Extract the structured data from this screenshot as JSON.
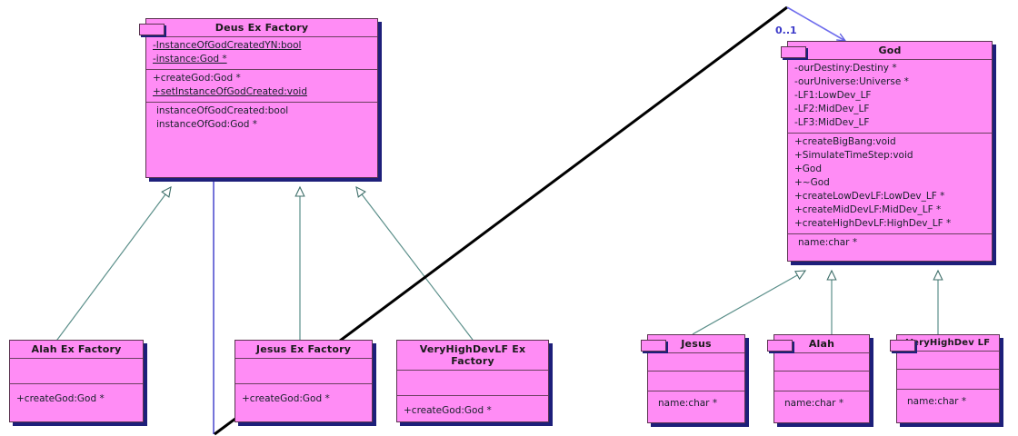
{
  "diagram": {
    "kind": "uml-class-diagram",
    "colors": {
      "class_fill": "#ff8cf5",
      "class_border": "#5a3350",
      "class_shadow": "#1d1f7a",
      "inheritance_line": "#5b8f8a",
      "association_line": "#3b39c9",
      "annotation_line": "#000000",
      "multiplicity_text": "#3b39c9"
    },
    "classes": [
      {
        "id": "deus-ex-factory",
        "name": "Deus Ex Factory",
        "attributes": [
          "-InstanceOfGodCreatedYN:bool",
          "-instance:God *"
        ],
        "operations": [
          "+createGod:God *",
          "+setInstanceOfGodCreated:void"
        ],
        "extras": [
          "instanceOfGodCreated:bool",
          "instanceOfGod:God *"
        ]
      },
      {
        "id": "god",
        "name": "God",
        "attributes": [
          "-ourDestiny:Destiny *",
          "-ourUniverse:Universe *",
          "-LF1:LowDev_LF",
          "-LF2:MidDev_LF",
          "-LF3:MidDev_LF"
        ],
        "operations": [
          "+createBigBang:void",
          "+SimulateTimeStep:void",
          "+God",
          "+~God",
          "+createLowDevLF:LowDev_LF *",
          "+createMidDevLF:MidDev_LF *",
          "+createHighDevLF:HighDev_LF *"
        ],
        "extras": [
          "name:char *"
        ]
      },
      {
        "id": "alah-ex-factory",
        "name": "Alah Ex Factory",
        "attributes": [],
        "operations": [
          "+createGod:God *"
        ],
        "extras": []
      },
      {
        "id": "jesus-ex-factory",
        "name": "Jesus Ex Factory",
        "attributes": [],
        "operations": [
          "+createGod:God *"
        ],
        "extras": []
      },
      {
        "id": "veryhighdevlf-ex-factory",
        "name": "VeryHighDevLF Ex Factory",
        "attributes": [],
        "operations": [
          "+createGod:God *"
        ],
        "extras": []
      },
      {
        "id": "jesus",
        "name": "Jesus",
        "attributes": [],
        "operations": [],
        "extras": [
          "name:char *"
        ]
      },
      {
        "id": "alah",
        "name": "Alah",
        "attributes": [],
        "operations": [],
        "extras": [
          "name:char *"
        ]
      },
      {
        "id": "veryhighdev-lf",
        "name": "VeryHighDev LF",
        "attributes": [],
        "operations": [],
        "extras": [
          "name:char *"
        ]
      }
    ],
    "relationships": [
      {
        "type": "generalization",
        "from": "alah-ex-factory",
        "to": "deus-ex-factory"
      },
      {
        "type": "generalization",
        "from": "jesus-ex-factory",
        "to": "deus-ex-factory"
      },
      {
        "type": "generalization",
        "from": "veryhighdevlf-ex-factory",
        "to": "deus-ex-factory"
      },
      {
        "type": "generalization",
        "from": "jesus",
        "to": "god"
      },
      {
        "type": "generalization",
        "from": "alah",
        "to": "god"
      },
      {
        "type": "generalization",
        "from": "veryhighdev-lf",
        "to": "god"
      },
      {
        "type": "association",
        "from": "deus-ex-factory",
        "to": "god",
        "multiplicity": "0..1"
      }
    ],
    "labels": {
      "association_multiplicity": "0..1"
    }
  }
}
